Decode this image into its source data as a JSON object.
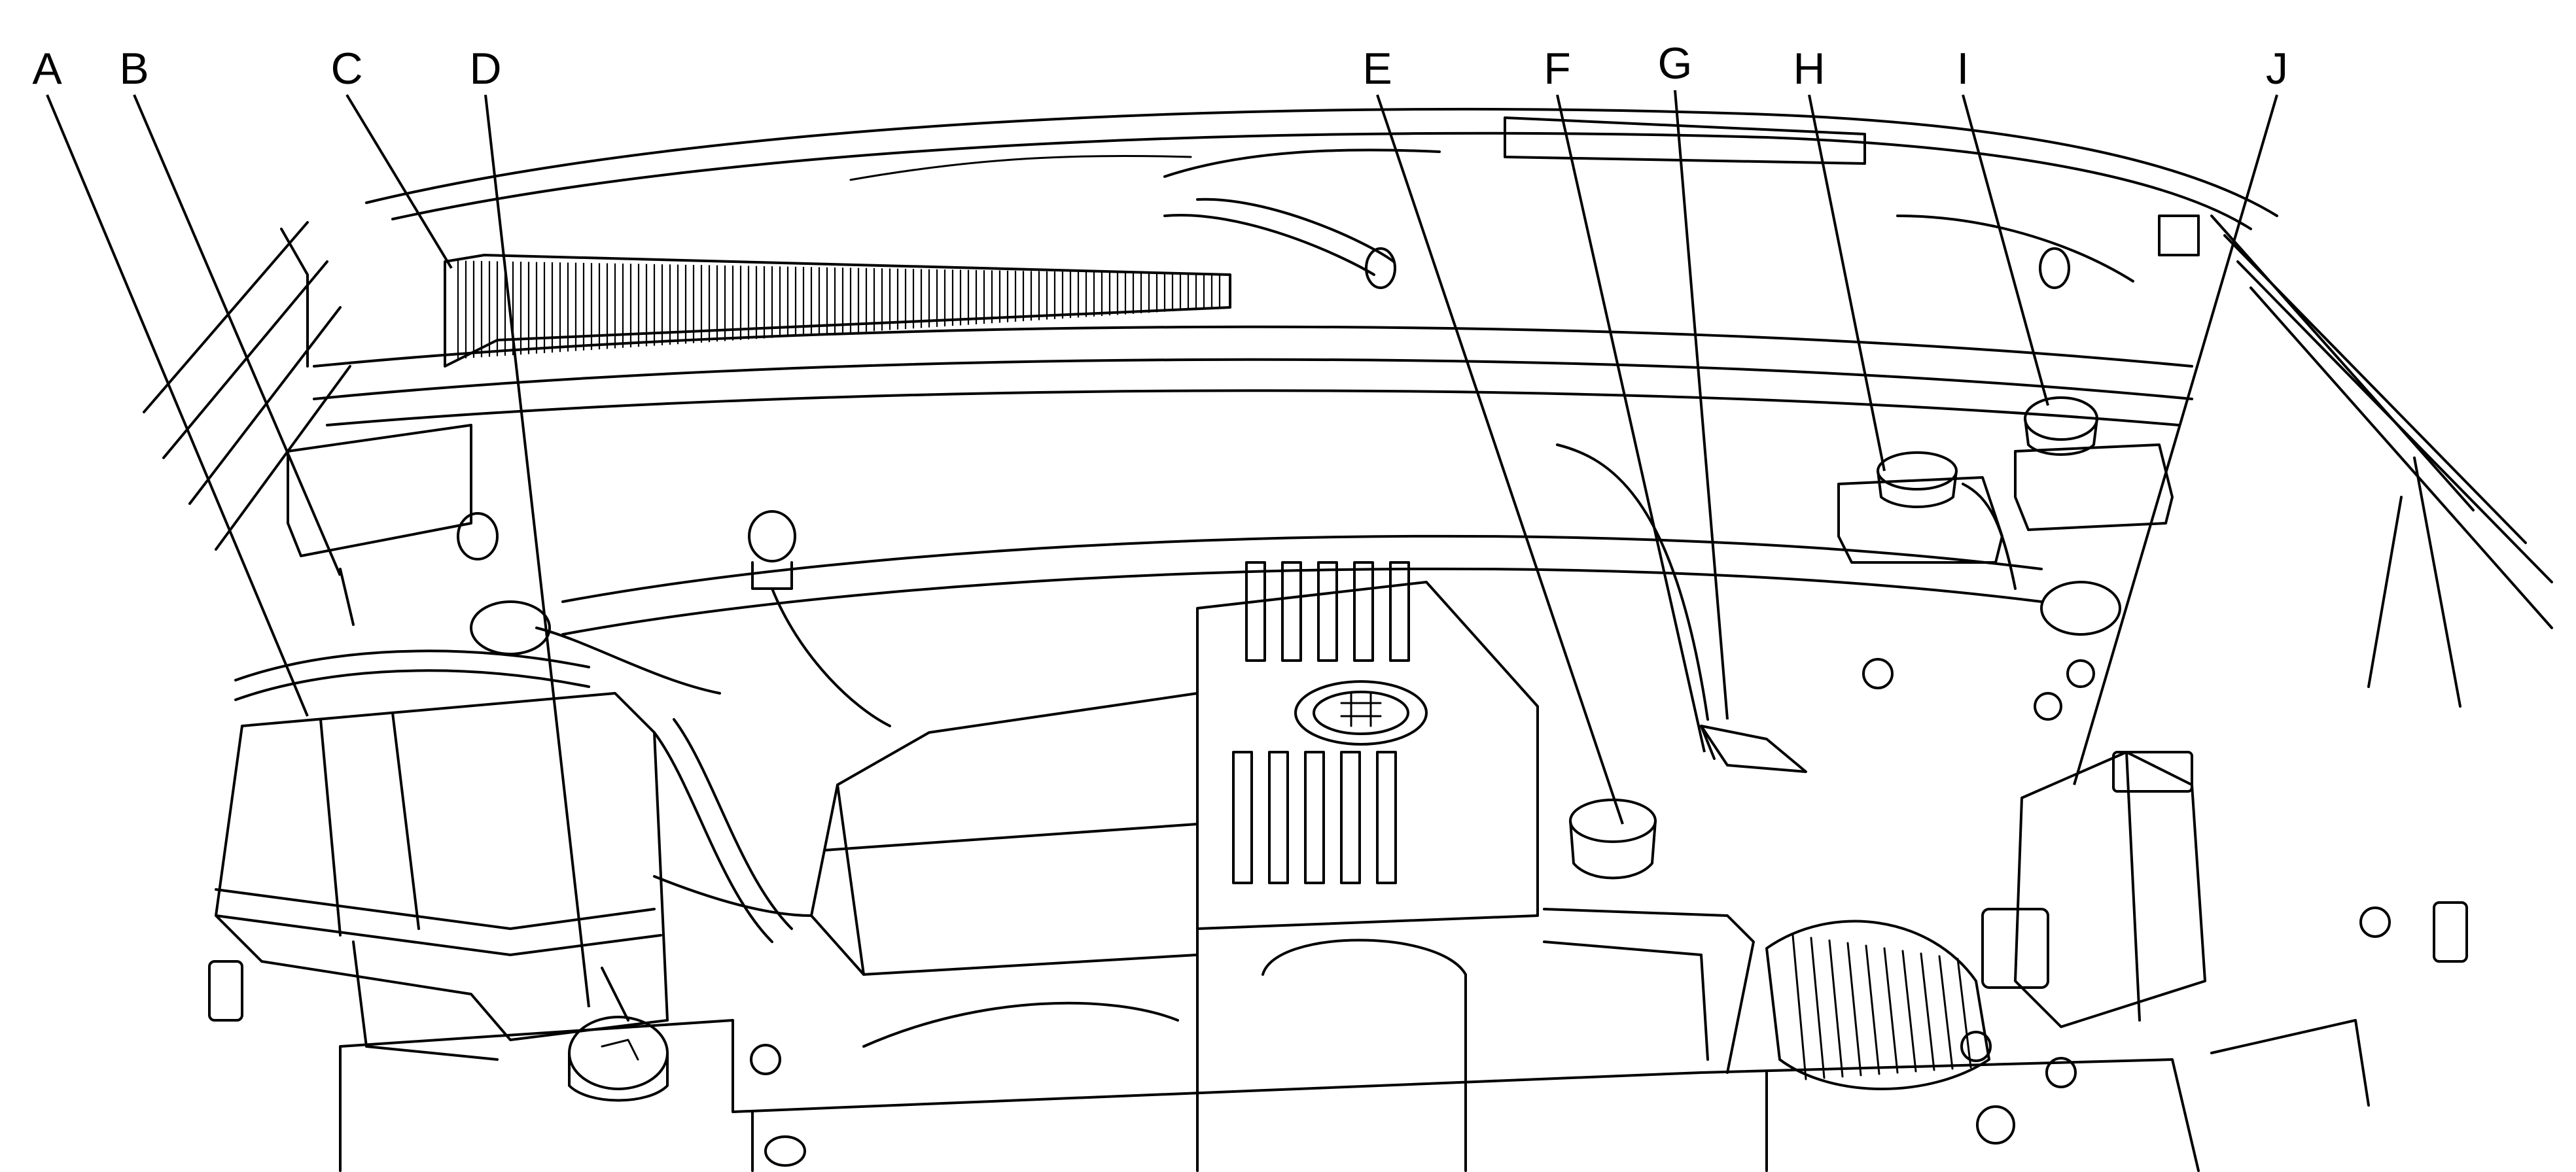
{
  "callouts": {
    "A": "A",
    "B": "B",
    "C": "C",
    "D": "D",
    "E": "E",
    "F": "F",
    "G": "G",
    "H": "H",
    "I": "I",
    "J": "J"
  }
}
